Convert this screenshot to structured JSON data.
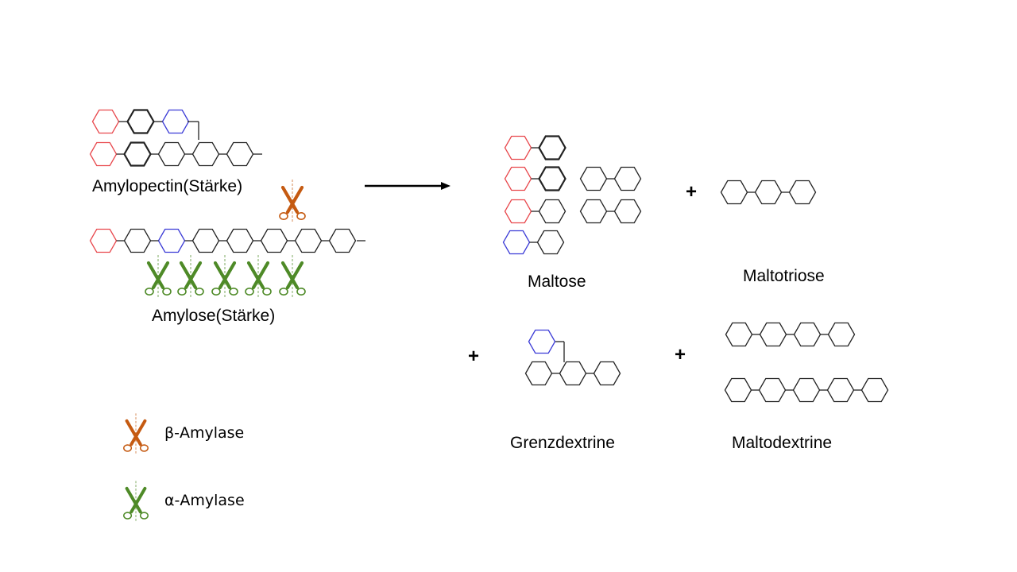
{
  "colors": {
    "non_reducing_end": "#e8474c",
    "branch_end": "#3a3ad6",
    "glucose": "#222222",
    "beta_scissors": "#c55a11",
    "alpha_scissors": "#4e8a27",
    "arrow": "#000000"
  },
  "substrates": {
    "amylopectin_label": "Amylopectin(Stärke)",
    "amylose_label": "Amylose(Stärke)"
  },
  "products": {
    "maltose_label": "Maltose",
    "maltotriose_label": "Maltotriose",
    "grenzdextrine_label": "Grenzdextrine",
    "maltodextrine_label": "Maltodextrine",
    "plus_sign": "+"
  },
  "legend": {
    "beta_label": "β-Amylase",
    "beta_icon": "scissors-icon",
    "alpha_label": "α-Amylase",
    "alpha_icon": "scissors-icon"
  }
}
